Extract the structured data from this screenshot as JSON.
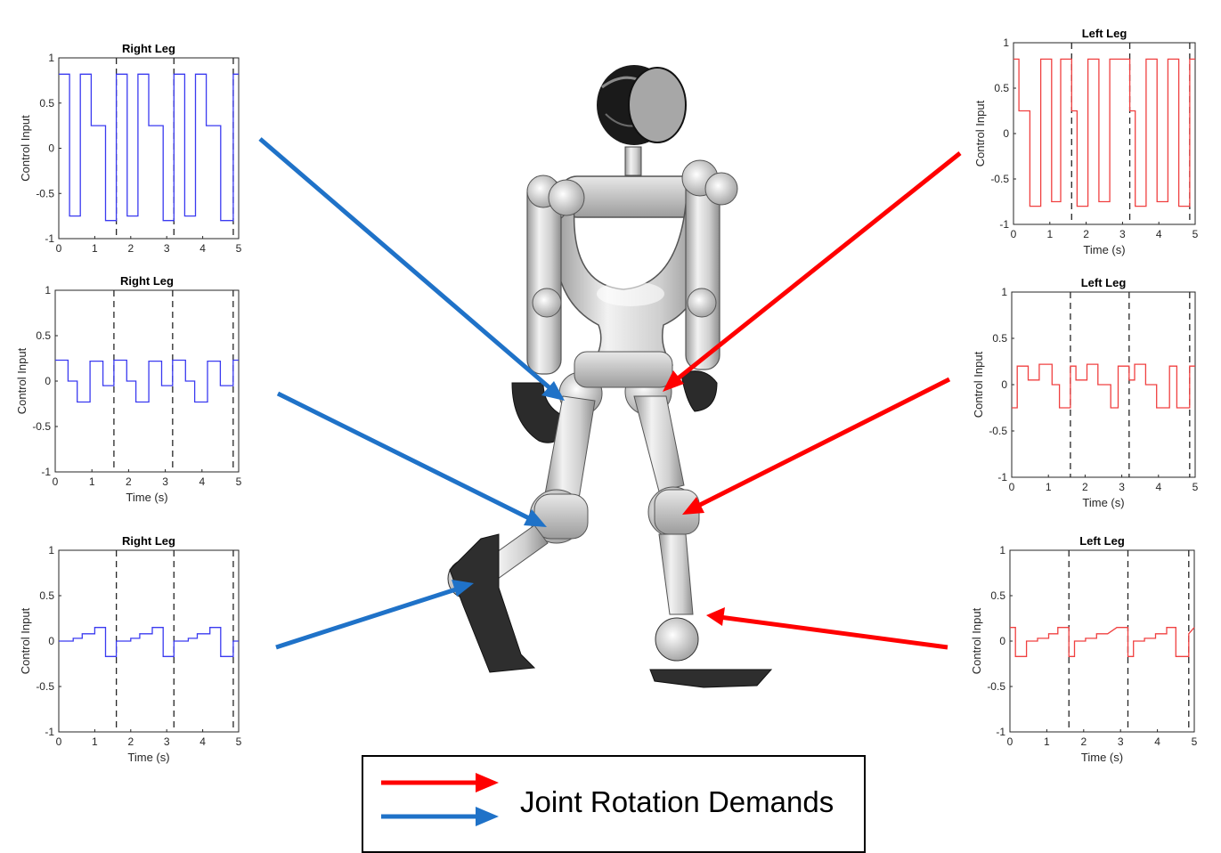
{
  "colors": {
    "right_leg": "#3a3af0",
    "left_leg": "#f04040",
    "red_arrow": "#ff0000",
    "blue_arrow": "#1f72c8",
    "robot_light": "#d4d4d4",
    "robot_dark": "#2e2e2e"
  },
  "legend": {
    "text": "Joint Rotation Demands"
  },
  "chart_data": [
    {
      "type": "line",
      "title": "Right Leg",
      "xlabel": "",
      "ylabel": "Control Input",
      "xlim": [
        0,
        5
      ],
      "ylim": [
        -1,
        1
      ],
      "xticks": [
        "0",
        "1",
        "2",
        "3",
        "4",
        "5"
      ],
      "yticks": [
        "-1",
        "-0.5",
        "0",
        "0.5",
        "1"
      ],
      "vlines": [
        1.6,
        3.2,
        4.85
      ],
      "series": [
        {
          "x": [
            0,
            0.3,
            0.3,
            0.6,
            0.6,
            0.9,
            0.9,
            1.3,
            1.3,
            1.6,
            1.6,
            1.9,
            1.9,
            2.2,
            2.2,
            2.5,
            2.5,
            2.9,
            2.9,
            3.2,
            3.2,
            3.5,
            3.5,
            3.8,
            3.8,
            4.1,
            4.1,
            4.5,
            4.5,
            4.85,
            4.85,
            5
          ],
          "y": [
            0.82,
            0.82,
            -0.75,
            -0.75,
            0.82,
            0.82,
            0.25,
            0.25,
            -0.8,
            -0.8,
            0.82,
            0.82,
            -0.75,
            -0.75,
            0.82,
            0.82,
            0.25,
            0.25,
            -0.8,
            -0.8,
            0.82,
            0.82,
            -0.75,
            -0.75,
            0.82,
            0.82,
            0.25,
            0.25,
            -0.8,
            -0.8,
            0.82,
            0.82
          ]
        }
      ]
    },
    {
      "type": "line",
      "title": "Right Leg",
      "xlabel": "Time (s)",
      "ylabel": "Control Input",
      "xlim": [
        0,
        5
      ],
      "ylim": [
        -1,
        1
      ],
      "xticks": [
        "0",
        "1",
        "2",
        "3",
        "4",
        "5"
      ],
      "yticks": [
        "-1",
        "-0.5",
        "0",
        "0.5",
        "1"
      ],
      "vlines": [
        1.6,
        3.2,
        4.85
      ],
      "series": [
        {
          "x": [
            0,
            0.35,
            0.35,
            0.6,
            0.6,
            0.95,
            0.95,
            1.3,
            1.3,
            1.6,
            1.6,
            1.95,
            1.95,
            2.2,
            2.2,
            2.55,
            2.55,
            2.9,
            2.9,
            3.2,
            3.2,
            3.55,
            3.55,
            3.8,
            3.8,
            4.15,
            4.15,
            4.5,
            4.5,
            4.85,
            4.85,
            5
          ],
          "y": [
            0.23,
            0.23,
            0,
            0,
            -0.23,
            -0.23,
            0.22,
            0.22,
            -0.05,
            -0.05,
            0.23,
            0.23,
            0,
            0,
            -0.23,
            -0.23,
            0.22,
            0.22,
            -0.05,
            -0.05,
            0.23,
            0.23,
            0,
            0,
            -0.23,
            -0.23,
            0.22,
            0.22,
            -0.05,
            -0.05,
            0.23,
            0.23
          ]
        }
      ]
    },
    {
      "type": "line",
      "title": "Right Leg",
      "xlabel": "Time (s)",
      "ylabel": "Control Input",
      "xlim": [
        0,
        5
      ],
      "ylim": [
        -1,
        1
      ],
      "xticks": [
        "0",
        "1",
        "2",
        "3",
        "4",
        "5"
      ],
      "yticks": [
        "-1",
        "-0.5",
        "0",
        "0.5",
        "1"
      ],
      "vlines": [
        1.6,
        3.2,
        4.85
      ],
      "series": [
        {
          "x": [
            0,
            0.4,
            0.4,
            0.65,
            0.65,
            1.0,
            1.0,
            1.3,
            1.3,
            1.6,
            1.6,
            2.0,
            2.0,
            2.25,
            2.25,
            2.6,
            2.6,
            2.9,
            2.9,
            3.2,
            3.2,
            3.6,
            3.6,
            3.85,
            3.85,
            4.2,
            4.2,
            4.5,
            4.5,
            4.85,
            4.85,
            5
          ],
          "y": [
            0,
            0,
            0.03,
            0.03,
            0.08,
            0.08,
            0.15,
            0.15,
            -0.17,
            -0.17,
            0,
            0,
            0.03,
            0.03,
            0.08,
            0.08,
            0.15,
            0.15,
            -0.17,
            -0.17,
            0,
            0,
            0.03,
            0.03,
            0.08,
            0.08,
            0.15,
            0.15,
            -0.17,
            -0.17,
            0,
            0
          ]
        }
      ]
    },
    {
      "type": "line",
      "title": "Left Leg",
      "xlabel": "Time (s)",
      "ylabel": "Control Input",
      "xlim": [
        0,
        5
      ],
      "ylim": [
        -1,
        1
      ],
      "xticks": [
        "0",
        "1",
        "2",
        "3",
        "4",
        "5"
      ],
      "yticks": [
        "-1",
        "-0.5",
        "0",
        "0.5",
        "1"
      ],
      "vlines": [
        1.6,
        3.2,
        4.85
      ],
      "series": [
        {
          "x": [
            0,
            0.15,
            0.15,
            0.45,
            0.45,
            0.75,
            0.75,
            1.05,
            1.05,
            1.3,
            1.3,
            1.6,
            1.6,
            1.75,
            1.75,
            2.05,
            2.05,
            2.35,
            2.35,
            2.65,
            2.65,
            2.9,
            2.9,
            3.2,
            3.2,
            3.35,
            3.35,
            3.65,
            3.65,
            3.95,
            3.95,
            4.25,
            4.25,
            4.55,
            4.55,
            4.85,
            4.85,
            5
          ],
          "y": [
            0.82,
            0.82,
            0.25,
            0.25,
            -0.8,
            -0.8,
            0.82,
            0.82,
            -0.75,
            -0.75,
            0.82,
            0.82,
            0.25,
            0.25,
            -0.8,
            -0.8,
            0.82,
            0.82,
            -0.75,
            -0.75,
            0.82,
            0.82,
            0.82,
            0.82,
            0.25,
            0.25,
            -0.8,
            -0.8,
            0.82,
            0.82,
            -0.75,
            -0.75,
            0.82,
            0.82,
            -0.8,
            -0.8,
            0.82,
            0.82
          ]
        }
      ]
    },
    {
      "type": "line",
      "title": "Left Leg",
      "xlabel": "Time (s)",
      "ylabel": "Control Input",
      "xlim": [
        0,
        5
      ],
      "ylim": [
        -1,
        1
      ],
      "xticks": [
        "0",
        "1",
        "2",
        "3",
        "4",
        "5"
      ],
      "yticks": [
        "-1",
        "-0.5",
        "0",
        "0.5",
        "1"
      ],
      "vlines": [
        1.6,
        3.2,
        4.85
      ],
      "series": [
        {
          "x": [
            0,
            0.15,
            0.15,
            0.45,
            0.45,
            0.75,
            0.75,
            1.1,
            1.1,
            1.3,
            1.3,
            1.6,
            1.6,
            1.75,
            1.75,
            2.05,
            2.05,
            2.35,
            2.35,
            2.7,
            2.7,
            2.9,
            2.9,
            3.2,
            3.2,
            3.35,
            3.35,
            3.65,
            3.65,
            3.95,
            3.95,
            4.3,
            4.3,
            4.5,
            4.5,
            4.85,
            4.85,
            5
          ],
          "y": [
            -0.25,
            -0.25,
            0.2,
            0.2,
            0.05,
            0.05,
            0.22,
            0.22,
            0,
            0,
            -0.25,
            -0.25,
            0.2,
            0.2,
            0.05,
            0.05,
            0.22,
            0.22,
            0,
            0,
            -0.25,
            -0.25,
            0.2,
            0.2,
            0.05,
            0.05,
            0.22,
            0.22,
            0,
            0,
            -0.25,
            -0.25,
            0.2,
            0.2,
            -0.25,
            -0.25,
            0.2,
            0.2
          ]
        }
      ]
    },
    {
      "type": "line",
      "title": "Left Leg",
      "xlabel": "Time (s)",
      "ylabel": "Control Input",
      "xlim": [
        0,
        5
      ],
      "ylim": [
        -1,
        1
      ],
      "xticks": [
        "0",
        "1",
        "2",
        "3",
        "4",
        "5"
      ],
      "yticks": [
        "-1",
        "-0.5",
        "0",
        "0.5",
        "1"
      ],
      "vlines": [
        1.6,
        3.2,
        4.85
      ],
      "series": [
        {
          "x": [
            0,
            0.15,
            0.15,
            0.45,
            0.45,
            0.75,
            0.75,
            1.05,
            1.05,
            1.3,
            1.3,
            1.6,
            1.6,
            1.75,
            1.75,
            2.05,
            2.05,
            2.35,
            2.35,
            2.65,
            2.65,
            2.9,
            2.9,
            3.2,
            3.2,
            3.35,
            3.35,
            3.65,
            3.65,
            3.95,
            3.95,
            4.25,
            4.25,
            4.5,
            4.5,
            4.85,
            4.85,
            5
          ],
          "y": [
            0.15,
            0.15,
            -0.17,
            -0.17,
            0,
            0,
            0.03,
            0.03,
            0.08,
            0.08,
            0.15,
            0.15,
            -0.17,
            -0.17,
            0,
            0,
            0.03,
            0.03,
            0.08,
            0.08,
            0.08,
            0.15,
            0.15,
            0.15,
            -0.17,
            -0.17,
            0,
            0,
            0.03,
            0.03,
            0.08,
            0.08,
            0.15,
            0.15,
            -0.17,
            -0.17,
            0.08,
            0.15
          ]
        }
      ]
    }
  ]
}
